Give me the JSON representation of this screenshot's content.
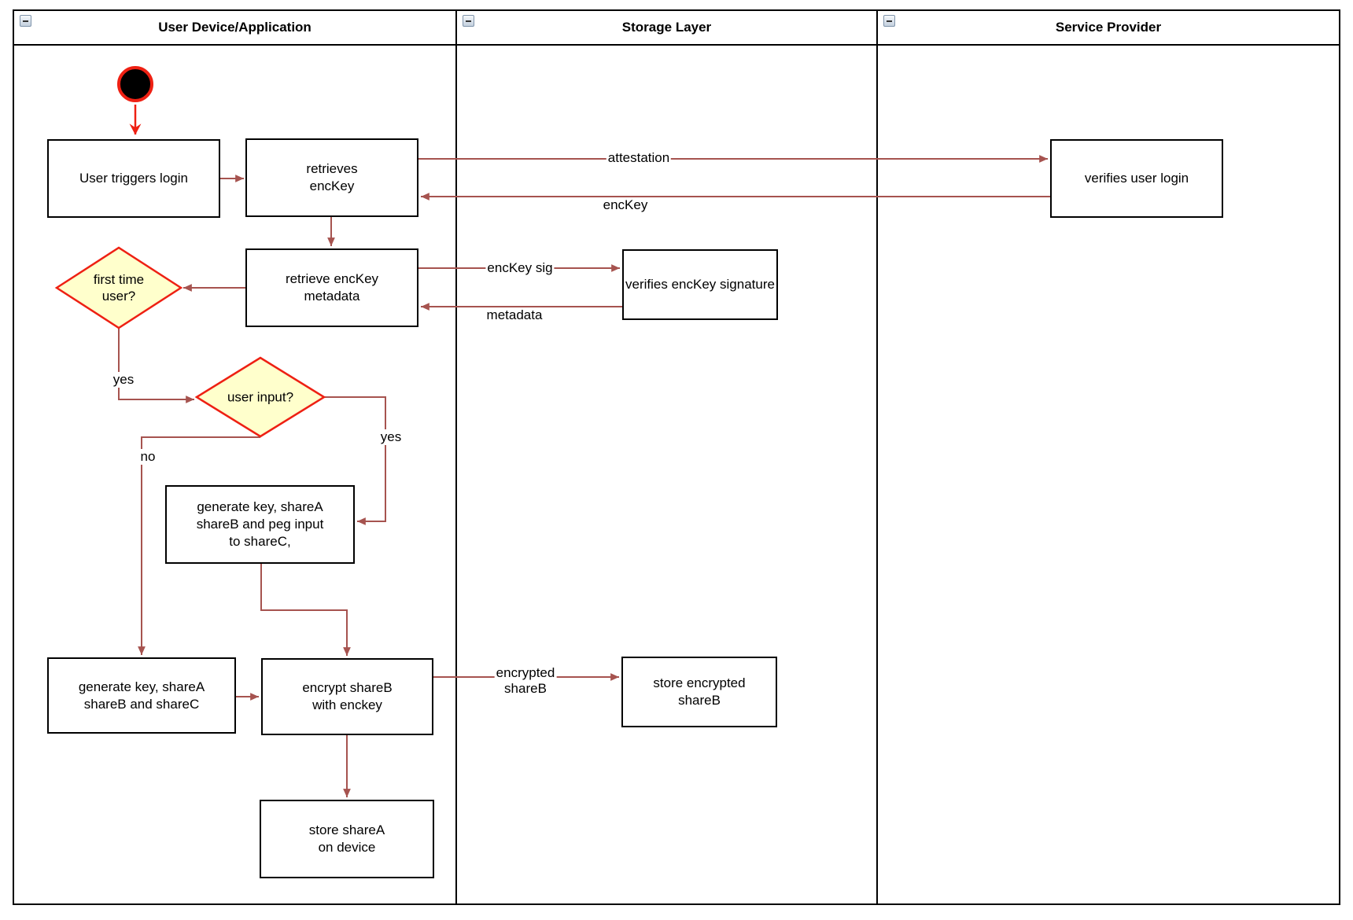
{
  "lanes": [
    {
      "title": "User Device/Application"
    },
    {
      "title": "Storage Layer"
    },
    {
      "title": "Service Provider"
    }
  ],
  "nodes": {
    "start": "start",
    "user_triggers_login": "User triggers login",
    "retrieves_enckey": "retrieves\nencKey",
    "verifies_user_login": "verifies user login",
    "retrieve_enckey_metadata": "retrieve encKey\nmetadata",
    "verifies_enckey_signature": "verifies encKey signature",
    "first_time_user": "first time\nuser?",
    "user_input": "user input?",
    "generate_key_peg": "generate key, shareA\nshareB and peg input\nto shareC,",
    "generate_key_abc": "generate key, shareA\nshareB and shareC",
    "encrypt_shareb": "encrypt shareB\nwith enckey",
    "store_encrypted_shareb": "store encrypted\nshareB",
    "store_sharea": "store shareA\non device"
  },
  "edges": [
    {
      "from": "start",
      "to": "user_triggers_login",
      "label": ""
    },
    {
      "from": "user_triggers_login",
      "to": "retrieves_enckey",
      "label": ""
    },
    {
      "from": "retrieves_enckey",
      "to": "verifies_user_login",
      "label": "attestation"
    },
    {
      "from": "verifies_user_login",
      "to": "retrieves_enckey",
      "label": "encKey"
    },
    {
      "from": "retrieves_enckey",
      "to": "retrieve_enckey_metadata",
      "label": ""
    },
    {
      "from": "retrieve_enckey_metadata",
      "to": "first_time_user",
      "label": ""
    },
    {
      "from": "retrieve_enckey_metadata",
      "to": "verifies_enckey_signature",
      "label": "encKey sig"
    },
    {
      "from": "verifies_enckey_signature",
      "to": "retrieve_enckey_metadata",
      "label": "metadata"
    },
    {
      "from": "first_time_user",
      "to": "user_input",
      "label": "yes"
    },
    {
      "from": "user_input",
      "to": "generate_key_abc",
      "label": "no"
    },
    {
      "from": "user_input",
      "to": "generate_key_peg",
      "label": "yes"
    },
    {
      "from": "generate_key_peg",
      "to": "encrypt_shareb",
      "label": ""
    },
    {
      "from": "generate_key_abc",
      "to": "encrypt_shareb",
      "label": ""
    },
    {
      "from": "encrypt_shareb",
      "to": "store_encrypted_shareb",
      "label": "encrypted\nshareB"
    },
    {
      "from": "encrypt_shareb",
      "to": "store_sharea",
      "label": ""
    }
  ],
  "colors": {
    "connector": "#a6534f",
    "start_arrow": "#ee2013",
    "start_ring": "#ee2013",
    "start_fill": "#000000",
    "diamond_fill": "#ffffcc",
    "diamond_border": "#ee2013",
    "node_border": "#000000",
    "node_fill": "#ffffff",
    "lane_border": "#000000"
  }
}
